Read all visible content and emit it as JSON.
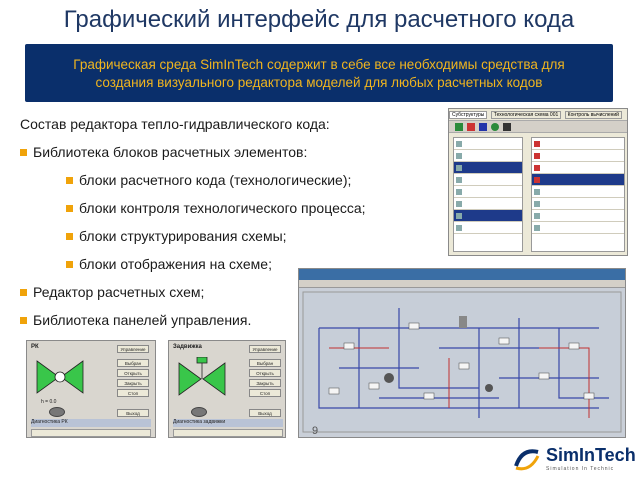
{
  "title": "Графический интерфейс для расчетного кода",
  "banner": {
    "line1": "Графическая среда SimInTech содержит в себе все необходимы средства для",
    "line2": "создания визуального редактора моделей для любых расчетных кодов"
  },
  "content": {
    "heading": "Состав редактора тепло-гидравлического кода:",
    "items": [
      {
        "text": "Библиотека блоков расчетных элементов:",
        "level": 1
      },
      {
        "text": "блоки расчетного кода (технологические);",
        "level": 2
      },
      {
        "text": "блоки контроля технологического процесса;",
        "level": 2
      },
      {
        "text": "блоки структурирования схемы;",
        "level": 2
      },
      {
        "text": "блоки отображения на схеме;",
        "level": 2
      },
      {
        "text": "Редактор расчетных схем;",
        "level": 1
      },
      {
        "text": "Библиотека панелей управления.",
        "level": 1
      }
    ]
  },
  "thumbnails": {
    "menu": {
      "tabs": [
        "Субструктуры",
        "Технологическая схема 001",
        "Контроль вычислений"
      ],
      "rows_left": [
        "",
        "",
        "",
        "",
        "",
        "",
        "",
        "",
        ""
      ],
      "rows_right": [
        "",
        "",
        "",
        "",
        "",
        "",
        "",
        "",
        ""
      ]
    },
    "scheme": {
      "window_title": "",
      "caption": ""
    },
    "panel1": {
      "title": "РК",
      "value": "h = 0.0",
      "buttons": [
        "Управление",
        "Выбран",
        "Открыть",
        "Закрыть",
        "Стоп",
        "Выход"
      ],
      "footer": "Диагностика РК"
    },
    "panel2": {
      "title": "Задвижка",
      "buttons": [
        "Управление",
        "Выбран",
        "Открыть",
        "Закрыть",
        "Стоп",
        "Выход"
      ],
      "footer": "Диагностика задвижки"
    }
  },
  "page_number": "9",
  "logo": {
    "name": "SimInTech",
    "tagline": "Simulation In Technic"
  },
  "colors": {
    "title": "#1f3864",
    "banner_bg": "#0a2f6b",
    "banner_text": "#f0b51f",
    "bullet": "#f0a30a"
  }
}
